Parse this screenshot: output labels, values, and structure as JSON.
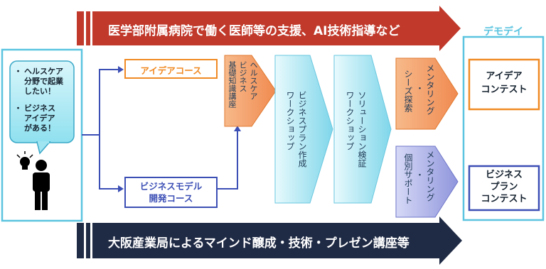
{
  "banner_top": {
    "text": "医学部附属病院で働く医師等の支援、AI技術指導など",
    "color": "#c0392b"
  },
  "banner_bottom": {
    "text": "大阪産業局によるマインド醸成・技術・プレゼン講座等",
    "color": "#1f2a44"
  },
  "demo_day": {
    "label": "デモデイ",
    "color": "#5bc4e0"
  },
  "speech": {
    "items": [
      {
        "bullet": "・",
        "lines": [
          "ヘルスケア",
          "分野で起業",
          "したい！"
        ]
      },
      {
        "bullet": "・",
        "lines": [
          "ビジネス",
          "アイデア",
          "がある！"
        ]
      }
    ]
  },
  "courses": {
    "idea": {
      "label": "アイデアコース",
      "color": "#f08a24"
    },
    "business": {
      "label_line1": "ビジネスモデル",
      "label_line2": "開発コース",
      "color": "#3c4fb5"
    }
  },
  "steps": {
    "healthcare": {
      "col1": "ヘルスケア",
      "col2": "ビジネス",
      "col3": "基礎知識講座"
    },
    "bizplan": {
      "col1": "ビジネスプラン作成",
      "col2": "ワークショップ"
    },
    "solution": {
      "col1": "ソリューション検証",
      "col2": "ワークショップ"
    },
    "mentor_top": {
      "col1": "メンタリング",
      "col2": "・",
      "col3": "シーズ探索"
    },
    "mentor_bottom": {
      "col1": "メンタリング",
      "col2": "・",
      "col3": "個別サポート"
    }
  },
  "contests": {
    "idea": {
      "line1": "アイデア",
      "line2": "コンテスト",
      "color": "#f08a24"
    },
    "business": {
      "line1": "ビジネス",
      "line2": "プラン",
      "line3": "コンテスト",
      "color": "#3c4fb5"
    }
  },
  "icons": {
    "person": "person-icon",
    "lightbulb": "lightbulb-icon",
    "arrows": "flow-arrow-icon"
  }
}
